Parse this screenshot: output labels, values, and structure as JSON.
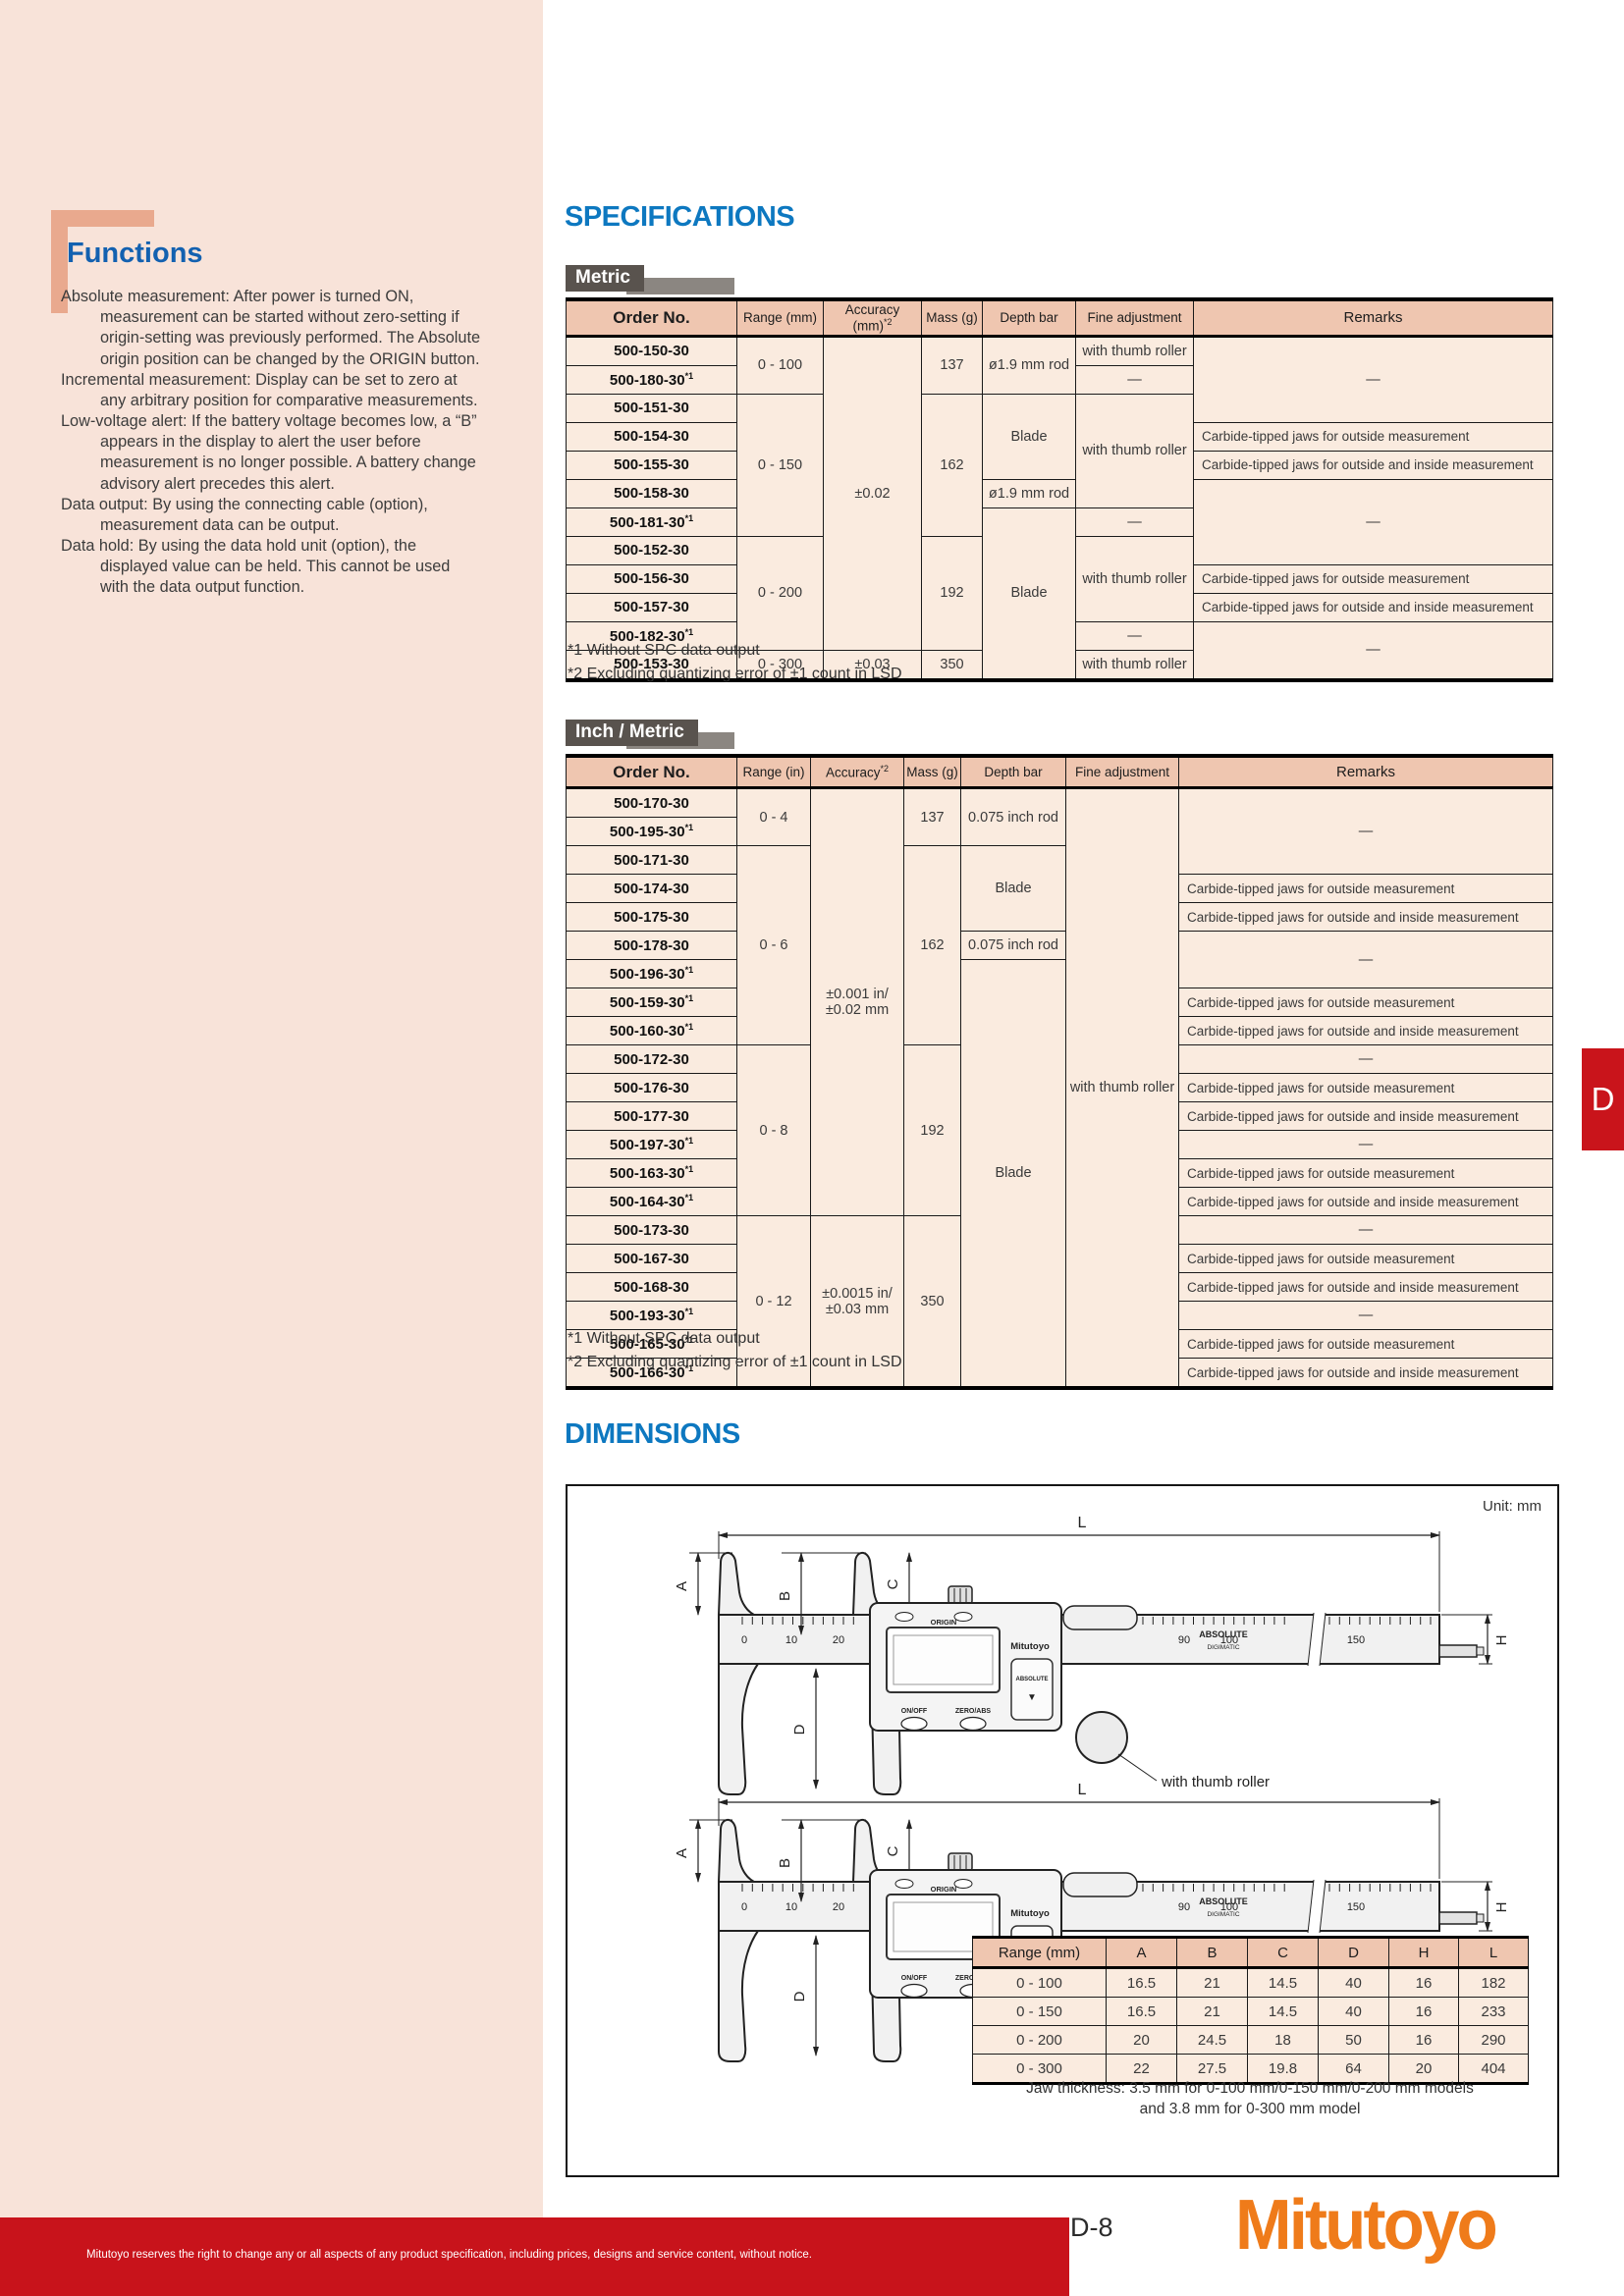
{
  "colors": {
    "brand_blue": "#0d78c0",
    "sidebar_pink": "#f8e3d9",
    "corner_salmon": "#e9a98e",
    "table_header": "#efc6b0",
    "table_cell": "#faebdf",
    "accent_red": "#c8131b",
    "logo_orange": "#ef7b1a"
  },
  "sidebar": {
    "title": "Functions",
    "items": [
      "Absolute measurement: After power is turned ON, measurement can be started without zero-setting if origin-setting was previously performed. The Absolute origin position can be changed by the ORIGIN button.",
      "Incremental measurement: Display can be set to zero at any arbitrary position for comparative measurements.",
      "Low-voltage alert: If the battery voltage becomes low, a “B” appears in the display to alert the user before measurement is no longer possible. A battery change advisory alert precedes this alert.",
      "Data output: By using the connecting cable (option), measurement data can be output.",
      "Data hold: By using the data hold unit (option), the displayed value can be held. This cannot be used with the data output function."
    ]
  },
  "specifications": {
    "title": "SPECIFICATIONS",
    "metric": {
      "tab": "Metric",
      "columns": [
        "Order No.",
        "Range (mm)",
        "Accuracy (mm)*2",
        "Mass (g)",
        "Depth bar",
        "Fine adjustment",
        "Remarks"
      ],
      "rows": [
        [
          {
            "t": "500-150-30"
          },
          {
            "t": "0 - 100",
            "rs": 2
          },
          {
            "t": "±0.02",
            "rs": 11
          },
          {
            "t": "137",
            "rs": 2
          },
          {
            "t": "ø1.9 mm rod",
            "rs": 2
          },
          {
            "t": "with thumb roller"
          },
          {
            "t": "—",
            "rs": 3
          }
        ],
        [
          {
            "t": "500-180-30*1"
          },
          {
            "t": "—"
          }
        ],
        [
          {
            "t": "500-151-30"
          },
          {
            "t": "0 - 150",
            "rs": 5
          },
          {
            "t": "162",
            "rs": 5
          },
          {
            "t": "Blade",
            "rs": 3
          },
          {
            "t": "with thumb roller",
            "rs": 4
          }
        ],
        [
          {
            "t": "500-154-30"
          },
          {
            "t": "Carbide-tipped jaws for outside measurement",
            "al": "l"
          }
        ],
        [
          {
            "t": "500-155-30"
          },
          {
            "t": "Carbide-tipped jaws for outside and inside measurement",
            "al": "l"
          }
        ],
        [
          {
            "t": "500-158-30"
          },
          {
            "t": "ø1.9 mm rod"
          },
          {
            "t": "—",
            "rs": 3
          }
        ],
        [
          {
            "t": "500-181-30*1"
          },
          {
            "t": "Blade",
            "rs": 6
          },
          {
            "t": "—"
          }
        ],
        [
          {
            "t": "500-152-30"
          },
          {
            "t": "0 - 200",
            "rs": 4
          },
          {
            "t": "192",
            "rs": 4
          },
          {
            "t": "with thumb roller",
            "rs": 3
          }
        ],
        [
          {
            "t": "500-156-30"
          },
          {
            "t": "Carbide-tipped jaws for outside measurement",
            "al": "l"
          }
        ],
        [
          {
            "t": "500-157-30"
          },
          {
            "t": "Carbide-tipped jaws for outside and inside measurement",
            "al": "l"
          }
        ],
        [
          {
            "t": "500-182-30*1"
          },
          {
            "t": "—"
          },
          {
            "t": "—",
            "rs": 2
          }
        ],
        [
          {
            "t": "500-153-30"
          },
          {
            "t": "0 - 300"
          },
          {
            "t": "±0.03"
          },
          {
            "t": "350"
          },
          {
            "t": "with thumb roller"
          }
        ]
      ],
      "footnotes": [
        "*1 Without SPC data output",
        "*2 Excluding quantizing error of ±1 count in LSD"
      ]
    },
    "inch_metric": {
      "tab": "Inch / Metric",
      "columns": [
        "Order No.",
        "Range (in)",
        "Accuracy*2",
        "Mass (g)",
        "Depth bar",
        "Fine adjustment",
        "Remarks"
      ],
      "rows": [
        [
          {
            "t": "500-170-30"
          },
          {
            "t": "0 - 4",
            "rs": 2
          },
          {
            "t": "±0.001 in/\n±0.02 mm",
            "rs": 15
          },
          {
            "t": "137",
            "rs": 2
          },
          {
            "t": "0.075 inch rod",
            "rs": 2
          },
          {
            "t": "with thumb roller",
            "rs": 21
          },
          {
            "t": "—",
            "rs": 3
          }
        ],
        [
          {
            "t": "500-195-30*1"
          }
        ],
        [
          {
            "t": "500-171-30"
          },
          {
            "t": "0 - 6",
            "rs": 7
          },
          {
            "t": "162",
            "rs": 7
          },
          {
            "t": "Blade",
            "rs": 3
          }
        ],
        [
          {
            "t": "500-174-30"
          },
          {
            "t": "Carbide-tipped jaws for outside measurement",
            "al": "l"
          }
        ],
        [
          {
            "t": "500-175-30"
          },
          {
            "t": "Carbide-tipped jaws for outside and inside measurement",
            "al": "l"
          }
        ],
        [
          {
            "t": "500-178-30"
          },
          {
            "t": "0.075 inch rod"
          },
          {
            "t": "—",
            "rs": 2
          }
        ],
        [
          {
            "t": "500-196-30*1"
          },
          {
            "t": "Blade",
            "rs": 15
          }
        ],
        [
          {
            "t": "500-159-30*1"
          },
          {
            "t": "Carbide-tipped jaws for outside measurement",
            "al": "l"
          }
        ],
        [
          {
            "t": "500-160-30*1"
          },
          {
            "t": "Carbide-tipped jaws for outside and inside measurement",
            "al": "l"
          }
        ],
        [
          {
            "t": "500-172-30"
          },
          {
            "t": "0 - 8",
            "rs": 6
          },
          {
            "t": "192",
            "rs": 6
          },
          {
            "t": "—"
          }
        ],
        [
          {
            "t": "500-176-30"
          },
          {
            "t": "Carbide-tipped jaws for outside measurement",
            "al": "l"
          }
        ],
        [
          {
            "t": "500-177-30"
          },
          {
            "t": "Carbide-tipped jaws for outside and inside measurement",
            "al": "l"
          }
        ],
        [
          {
            "t": "500-197-30*1"
          },
          {
            "t": "—"
          }
        ],
        [
          {
            "t": "500-163-30*1"
          },
          {
            "t": "Carbide-tipped jaws for outside measurement",
            "al": "l"
          }
        ],
        [
          {
            "t": "500-164-30*1"
          },
          {
            "t": "Carbide-tipped jaws for outside and inside measurement",
            "al": "l"
          }
        ],
        [
          {
            "t": "500-173-30"
          },
          {
            "t": "0 - 12",
            "rs": 6
          },
          {
            "t": "±0.0015 in/\n±0.03 mm",
            "rs": 6
          },
          {
            "t": "350",
            "rs": 6
          },
          {
            "t": "—"
          }
        ],
        [
          {
            "t": "500-167-30"
          },
          {
            "t": "Carbide-tipped jaws for outside measurement",
            "al": "l"
          }
        ],
        [
          {
            "t": "500-168-30"
          },
          {
            "t": "Carbide-tipped jaws for outside and inside measurement",
            "al": "l"
          }
        ],
        [
          {
            "t": "500-193-30*1"
          },
          {
            "t": "—"
          }
        ],
        [
          {
            "t": "500-165-30*1"
          },
          {
            "t": "Carbide-tipped jaws for outside measurement",
            "al": "l"
          }
        ],
        [
          {
            "t": "500-166-30*1"
          },
          {
            "t": "Carbide-tipped jaws for outside and inside measurement",
            "al": "l"
          }
        ]
      ],
      "footnotes": [
        "*1 Without SPC data output",
        "*2 Excluding quantizing error of ±1 count in LSD"
      ]
    }
  },
  "dimensions": {
    "title": "DIMENSIONS",
    "unit_note": "Unit: mm",
    "annotation": "with thumb roller",
    "diagram_labels": {
      "A": "A",
      "B": "B",
      "C": "C",
      "D": "D",
      "H": "H",
      "L": "L"
    },
    "scale_left": [
      "0",
      "10",
      "20"
    ],
    "scale_right": [
      "90",
      "100",
      "150"
    ],
    "device_labels": {
      "brand": "Mitutoyo",
      "origin": "ORIGIN",
      "absolute": "ABSOLUTE",
      "digimatic": "DIGIMATIC",
      "on_off": "ON/OFF",
      "zero_abs": "ZERO/ABS"
    },
    "table": {
      "columns": [
        "Range (mm)",
        "A",
        "B",
        "C",
        "D",
        "H",
        "L"
      ],
      "rows": [
        [
          "0 - 100",
          "16.5",
          "21",
          "14.5",
          "40",
          "16",
          "182"
        ],
        [
          "0 - 150",
          "16.5",
          "21",
          "14.5",
          "40",
          "16",
          "233"
        ],
        [
          "0 - 200",
          "20",
          "24.5",
          "18",
          "50",
          "16",
          "290"
        ],
        [
          "0 - 300",
          "22",
          "27.5",
          "19.8",
          "64",
          "20",
          "404"
        ]
      ]
    },
    "note_line1": "Jaw thickness: 3.5 mm for 0-100 mm/0-150 mm/0-200 mm models",
    "note_line2": "and 3.8 mm for 0-300 mm model"
  },
  "footer": {
    "disclaimer": "Mitutoyo reserves the right to change any or all aspects of any product specification, including prices, designs and service content, without notice.",
    "page_number": "D-8",
    "logo": "Mitutoyo",
    "section_tab": "D"
  }
}
